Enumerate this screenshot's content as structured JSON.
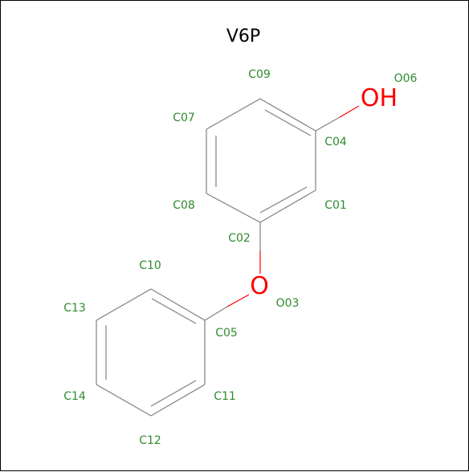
{
  "title": "V6P",
  "colors": {
    "bond": "#808080",
    "label": "#2e8b2e",
    "heteroatom": "#ff0000",
    "title": "#000000"
  },
  "heteroatoms": {
    "hydroxyl": "OH",
    "ether": "O"
  },
  "atom_labels": {
    "c01": "C01",
    "c02": "C02",
    "o03": "O03",
    "c04": "C04",
    "c05": "C05",
    "o06": "O06",
    "c07": "C07",
    "c08": "C08",
    "c09": "C09",
    "c10": "C10",
    "c11": "C11",
    "c12": "C12",
    "c13": "C13",
    "c14": "C14"
  }
}
